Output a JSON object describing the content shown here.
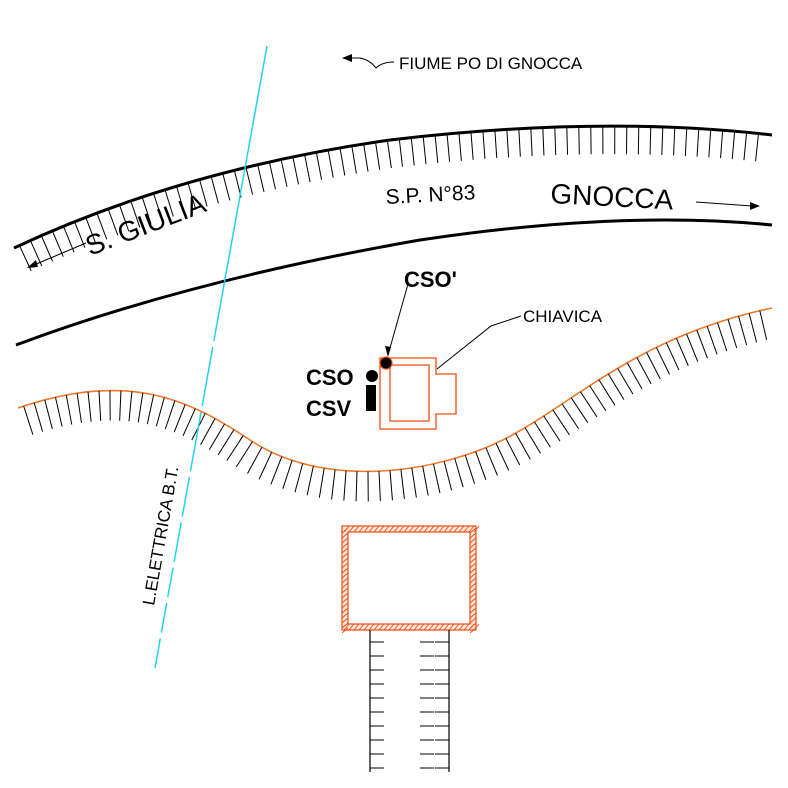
{
  "labels": {
    "river": "FIUME PO DI GNOCCA",
    "road": "S.P. N°83",
    "dir_left": "S. GIULIA",
    "dir_right": "GNOCCA",
    "cso_prime": "CSO'",
    "cso": "CSO",
    "csv": "CSV",
    "chiavica": "CHIAVICA",
    "power_line": "L.ELETTRICA B.T."
  },
  "colors": {
    "line": "#000000",
    "embankment": "#f07828",
    "structure": "#f04a10",
    "power_line": "#22d3ee"
  }
}
